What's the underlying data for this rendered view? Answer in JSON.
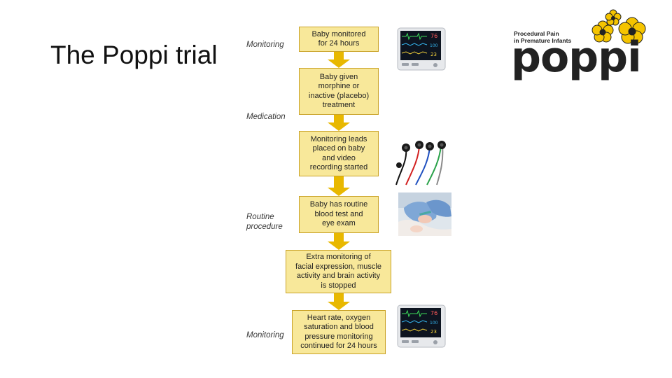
{
  "slide": {
    "title": "The Poppi trial"
  },
  "logo": {
    "tagline_line1": "Procedural Pain",
    "tagline_line2": "in Premature Infants",
    "wordmark": "poppi",
    "flower_color": "#f5c400",
    "flower_center_color": "#222222"
  },
  "stages": [
    {
      "label_lines": [
        "Monitoring"
      ]
    },
    {
      "label_lines": [
        "Medication"
      ]
    },
    {
      "label_lines": [
        "Routine",
        "procedure"
      ]
    },
    {
      "label_lines": [
        "Monitoring"
      ]
    }
  ],
  "steps": [
    {
      "lines": [
        "Baby monitored",
        "for 24 hours"
      ]
    },
    {
      "lines": [
        "Baby given",
        "morphine or",
        "inactive (placebo)",
        "treatment"
      ]
    },
    {
      "lines": [
        "Monitoring leads",
        "placed on baby",
        "and video",
        "recording started"
      ]
    },
    {
      "lines": [
        "Baby has routine",
        "blood test and",
        "eye exam"
      ]
    },
    {
      "lines": [
        "Extra monitoring of",
        "facial expression, muscle",
        "activity and brain activity",
        "is stopped"
      ]
    },
    {
      "lines": [
        "Heart rate, oxygen",
        "saturation and blood",
        "pressure monitoring",
        "continued for 24 hours"
      ]
    }
  ],
  "monitor_readouts": [
    "76",
    "100",
    "23"
  ],
  "colors": {
    "box_fill": "#f8e89a",
    "box_border": "#c9a227",
    "arrow": "#e8b800"
  }
}
